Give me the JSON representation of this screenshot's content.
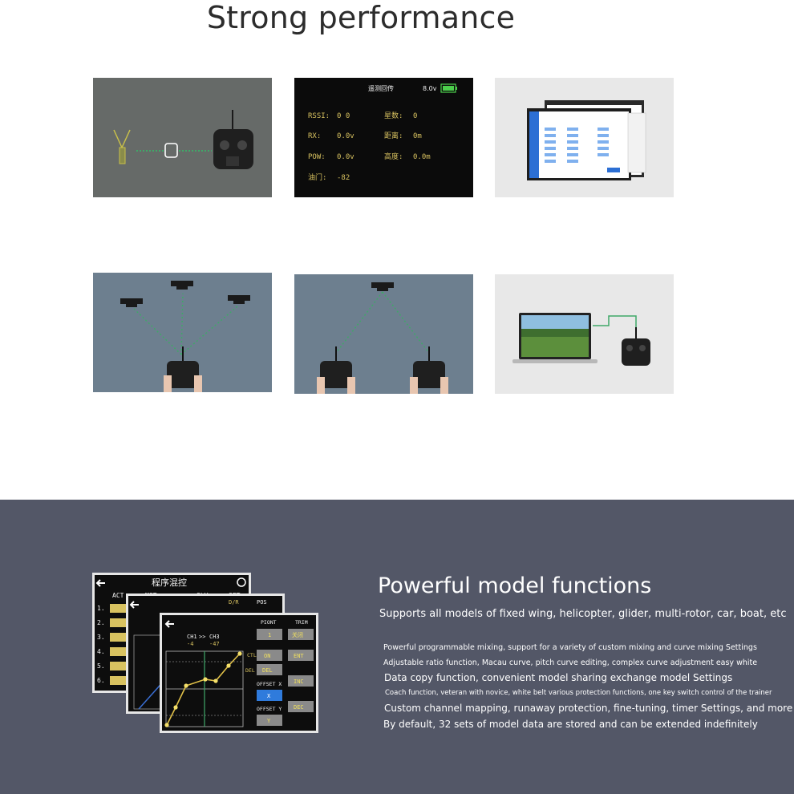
{
  "header": {
    "title": "Strong performance"
  },
  "telemetry_screen": {
    "title": "遥测回传",
    "battery": "8.0v",
    "rows": [
      {
        "left_label": "RSSI:",
        "left_value": "0 0",
        "right_label": "星数:",
        "right_value": "0"
      },
      {
        "left_label": "RX:",
        "left_value": "0.0v",
        "right_label": "距离:",
        "right_value": "0m"
      },
      {
        "left_label": "POW:",
        "left_value": "0.0v",
        "right_label": "高度:",
        "right_value": "0.0m"
      },
      {
        "left_label": "油门:",
        "left_value": "-82",
        "right_label": "",
        "right_value": ""
      }
    ]
  },
  "mixer_screen": {
    "back_title": "程序混控",
    "back_col1": "ACT",
    "back_col2": "MST",
    "back_col3": "SLV",
    "back_col4": "SET",
    "mid_label_dr": "D/R",
    "mid_label_pos": "POS",
    "front_ch1": "CH1",
    "front_arrow": ">>",
    "front_ch3": "CH3",
    "front_val1": "-4",
    "front_val2": "-47",
    "col_point": "PIONT",
    "col_trim": "TRIM",
    "btn_1": "1",
    "btn_off": "关闭",
    "btn_on": "ON",
    "btn_del": "DEL",
    "btn_ent": "ENT",
    "btn_inc": "INC",
    "btn_dec": "DEC",
    "label_ctl": "CTL",
    "label_del": "DEL",
    "offset_x": "OFFSET X",
    "offset_y": "OFFSET Y",
    "btn_x": "X",
    "btn_y": "Y",
    "row_numbers": [
      "1.",
      "2.",
      "3.",
      "4.",
      "5.",
      "6."
    ]
  },
  "features": {
    "title": "Powerful model functions",
    "lead": "Supports all models of fixed wing, helicopter, glider, multi-rotor, car, boat, etc",
    "items": [
      "Powerful programmable mixing, support for a variety of custom mixing and curve mixing Settings",
      "Adjustable ratio function, Macau curve, pitch curve editing, complex curve adjustment easy white",
      "Data copy function, convenient model sharing exchange model Settings",
      "Coach function, veteran with novice, white belt various protection functions, one key switch control of the trainer",
      "Custom channel mapping, runaway protection, fine-tuning, timer Settings, and more",
      "By default, 32 sets of model data are stored and can be extended indefinitely"
    ]
  },
  "colors": {
    "dark_panel": "#535767",
    "tile_grey": "#666a68",
    "tile_blue": "#6d7f8f",
    "screen_yellow": "#e0c048",
    "link_green": "#3fa868"
  }
}
